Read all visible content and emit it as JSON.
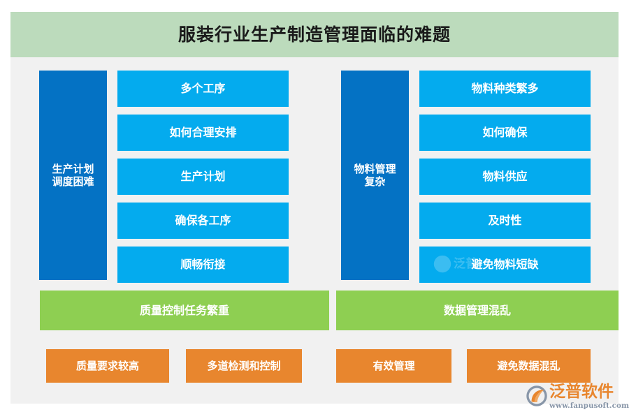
{
  "header": {
    "title": "服装行业生产制造管理面临的难题",
    "background_color": "#bcdbbc",
    "text_color": "#1a1a1a"
  },
  "colors": {
    "page_background": "#ffffff",
    "canvas_background": "#f1f1f1",
    "category_blue": "#0472c4",
    "item_cyan": "#04abee",
    "green": "#8ecf52",
    "orange": "#e8862e"
  },
  "columns": [
    {
      "category_label": "生产计划\n调度困难",
      "category_line1": "生产计划",
      "category_line2": "调度困难",
      "items": [
        "多个工序",
        "如何合理安排",
        "生产计划",
        "确保各工序",
        "顺畅衔接"
      ],
      "green_bar": "质量控制任务繁重",
      "orange_boxes": [
        "质量要求较高",
        "多道检测和控制"
      ]
    },
    {
      "category_label": "物料管理\n复杂",
      "category_line1": "物料管理",
      "category_line2": "复杂",
      "items": [
        "物料种类繁多",
        "如何确保",
        "物料供应",
        "及时性",
        "避免物料短缺"
      ],
      "green_bar": "数据管理混乱",
      "orange_boxes": [
        "有效管理",
        "避免数据混乱"
      ]
    }
  ],
  "watermark": {
    "text": "泛普"
  },
  "logo": {
    "name": "泛普软件",
    "url": "www.fanpusoft.com",
    "mark_color_circle": "#8896a8",
    "mark_color_swirl": "#e8862e",
    "text_color": "#e8862e"
  }
}
